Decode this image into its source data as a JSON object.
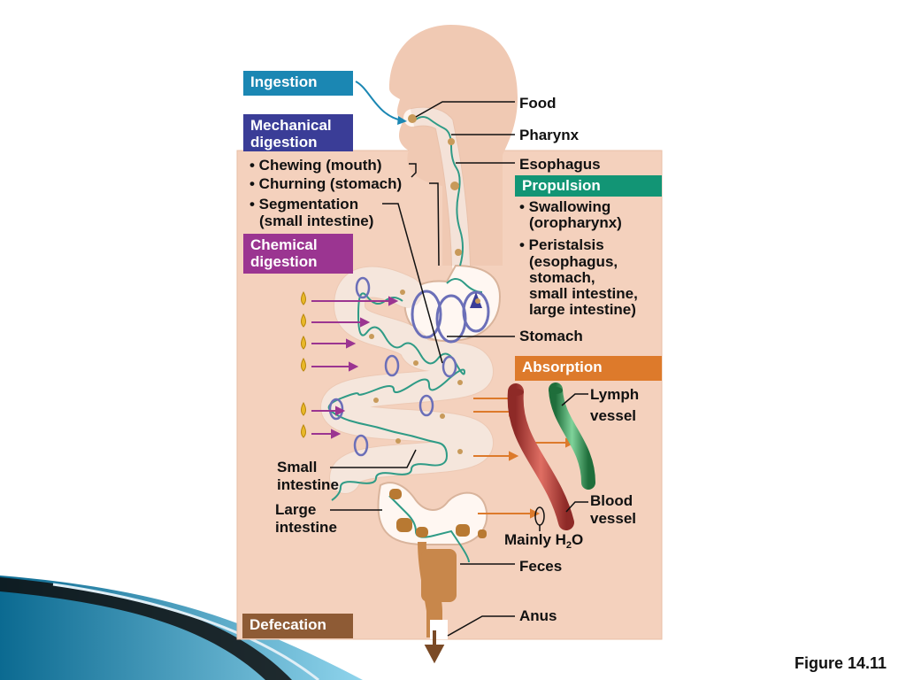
{
  "stages": {
    "ingestion": "Ingestion",
    "mechanical": [
      "Mechanical",
      "digestion"
    ],
    "mechanical_items": [
      "• Chewing (mouth)",
      "• Churning (stomach)",
      "• Segmentation",
      "(small intestine)"
    ],
    "chemical": [
      "Chemical",
      "digestion"
    ],
    "propulsion": "Propulsion",
    "propulsion_items": [
      "• Swallowing",
      "(oropharynx)",
      "• Peristalsis",
      "(esophagus,",
      "stomach,",
      "small intestine,",
      "large intestine)"
    ],
    "absorption": "Absorption",
    "defecation": "Defecation"
  },
  "anatomy": {
    "food": "Food",
    "pharynx": "Pharynx",
    "esophagus": "Esophagus",
    "stomach": "Stomach",
    "lymph": [
      "Lymph",
      "vessel"
    ],
    "blood": [
      "Blood",
      "vessel"
    ],
    "water_main": "Mainly H",
    "water_sub": "2",
    "water_tail": "O",
    "small_int": [
      "Small",
      "intestine"
    ],
    "large_int": [
      "Large",
      "intestine"
    ],
    "feces": "Feces",
    "anus": "Anus"
  },
  "caption": "Figure 14.11",
  "colors": {
    "ingestion": "#1b87b3",
    "mechanical": "#3a3d97",
    "chemical": "#9b3591",
    "propulsion": "#129575",
    "absorption": "#dd7a2b",
    "defecation": "#8e5b35",
    "skin": "#f0c9b3",
    "gut_outline": "#d9b49c",
    "blood_vessel": "#c94a44",
    "lymph_vessel": "#3e9e5c"
  }
}
